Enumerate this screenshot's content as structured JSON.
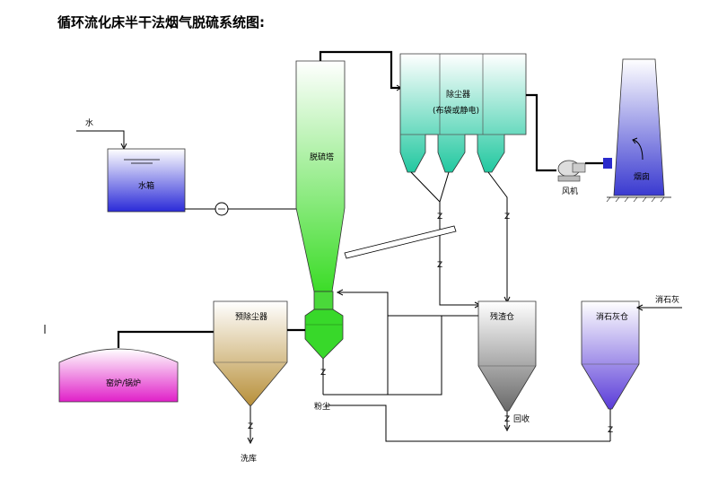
{
  "title": "循环流化床半干法烟气脱硫系统图:",
  "labels": {
    "water": "水",
    "water_tank": "水箱",
    "absorber": "脱硫塔",
    "dust_collector": "除尘器",
    "dust_collector_sub": "(布袋或静电)",
    "fan": "风机",
    "chimney": "烟囱",
    "kiln": "窑炉/锅炉",
    "pre_collector": "预除尘器",
    "ash_silo": "残渣仓",
    "lime_silo": "消石灰仓",
    "slaked_lime": "消石灰",
    "fly_ash": "粉尘",
    "discharge": "洗库",
    "recycle": "回收"
  },
  "colors": {
    "water_top": "#ffffff",
    "water_bottom": "#2a2ad8",
    "absorber_top": "#ffffff",
    "absorber_bottom": "#3cdc28",
    "collector_top": "#ffffff",
    "collector_bottom": "#22c8a0",
    "chimney_top": "#ffffff",
    "chimney_bottom": "#3a3ad0",
    "kiln_top": "#ffffff",
    "kiln_bottom": "#e020c8",
    "pre_top": "#ffffff",
    "pre_bottom": "#b8903a",
    "ash_top": "#ffffff",
    "ash_bottom": "#6a6a6a",
    "lime_top": "#ffffff",
    "lime_bottom": "#5a3cd8"
  }
}
